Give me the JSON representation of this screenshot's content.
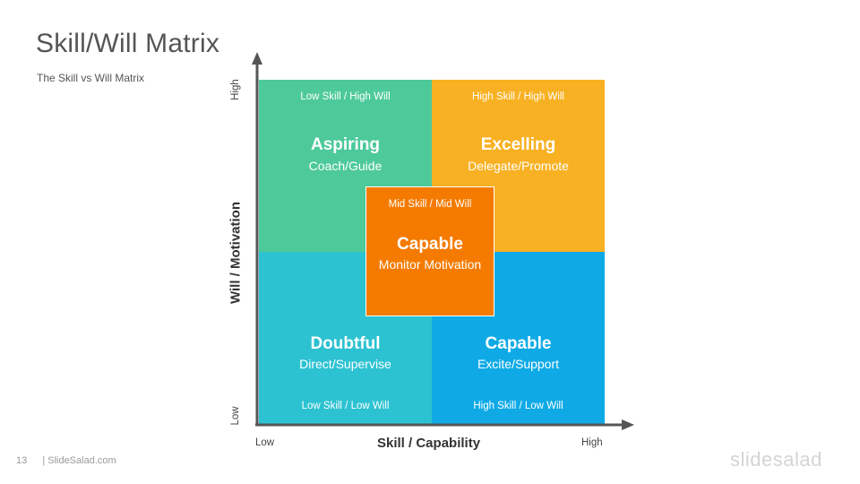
{
  "slide": {
    "title": "Skill/Will Matrix",
    "subtitle": "The Skill vs Will Matrix",
    "page_number": "13",
    "footer_text": "| SlideSalad.com",
    "logo_text": "slidesalad"
  },
  "axes": {
    "y_label": "Will / Motivation",
    "y_high": "High",
    "y_low": "Low",
    "x_label": "Skill / Capability",
    "x_low": "Low",
    "x_high": "High",
    "color": "#555555"
  },
  "quadrants": {
    "top_left": {
      "tag": "Low Skill /  High Will",
      "name": "Aspiring",
      "action": "Coach/Guide",
      "color": "#4dc99a"
    },
    "top_right": {
      "tag": "High Skill /  High Will",
      "name": "Excelling",
      "action": "Delegate/Promote",
      "color": "#f8b123"
    },
    "bottom_left": {
      "tag": "Low Skill /  Low Will",
      "name": "Doubtful",
      "action": "Direct/Supervise",
      "color": "#2cc2d1"
    },
    "bottom_right": {
      "tag": "High Skill /  Low Will",
      "name": "Capable",
      "action": "Excite/Support",
      "color": "#0faae6"
    },
    "center": {
      "tag": "Mid Skill /  Mid Will",
      "name": "Capable",
      "action": "Monitor Motivation",
      "color": "#f57b00"
    }
  }
}
